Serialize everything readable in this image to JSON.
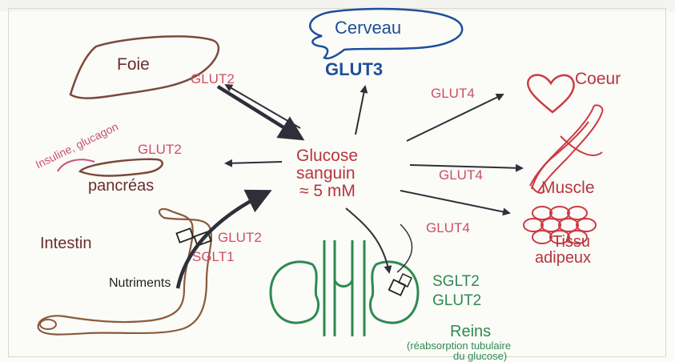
{
  "labels": {
    "center_line1": "Glucose",
    "center_line2": "sanguin",
    "center_line3": "≈ 5 mM",
    "cerveau": "Cerveau",
    "glut3": "GLUT3",
    "foie": "Foie",
    "foie_glut2": "GLUT2",
    "insuline": "Insuline, glucagon",
    "pancreas_glut2": "GLUT2",
    "pancreas": "pancréas",
    "intestin": "Intestin",
    "intestin_glut2": "GLUT2",
    "sglt1": "SGLT1",
    "nutriments": "Nutriments",
    "coeur": "Coeur",
    "coeur_glut4": "GLUT4",
    "muscle": "Muscle",
    "muscle_glut4": "GLUT4",
    "tissu_line1": "Tissu",
    "tissu_line2": "adipeux",
    "tissu_glut4": "GLUT4",
    "reins_sglt2": "SGLT2",
    "reins_glut2": "GLUT2",
    "reins": "Reins",
    "reins_note1": "(réabsorption tubulaire",
    "reins_note2": "du glucose)"
  },
  "colors": {
    "organ_outline": "#8a5a3c",
    "liver_outline": "#7a4a3a",
    "heart_red": "#cc3b44",
    "kidney_green": "#2e8a4f",
    "brain_blue": "#1d4f9c",
    "arrow_dark": "#2f2f3a",
    "label_pink": "#cc4f63"
  }
}
